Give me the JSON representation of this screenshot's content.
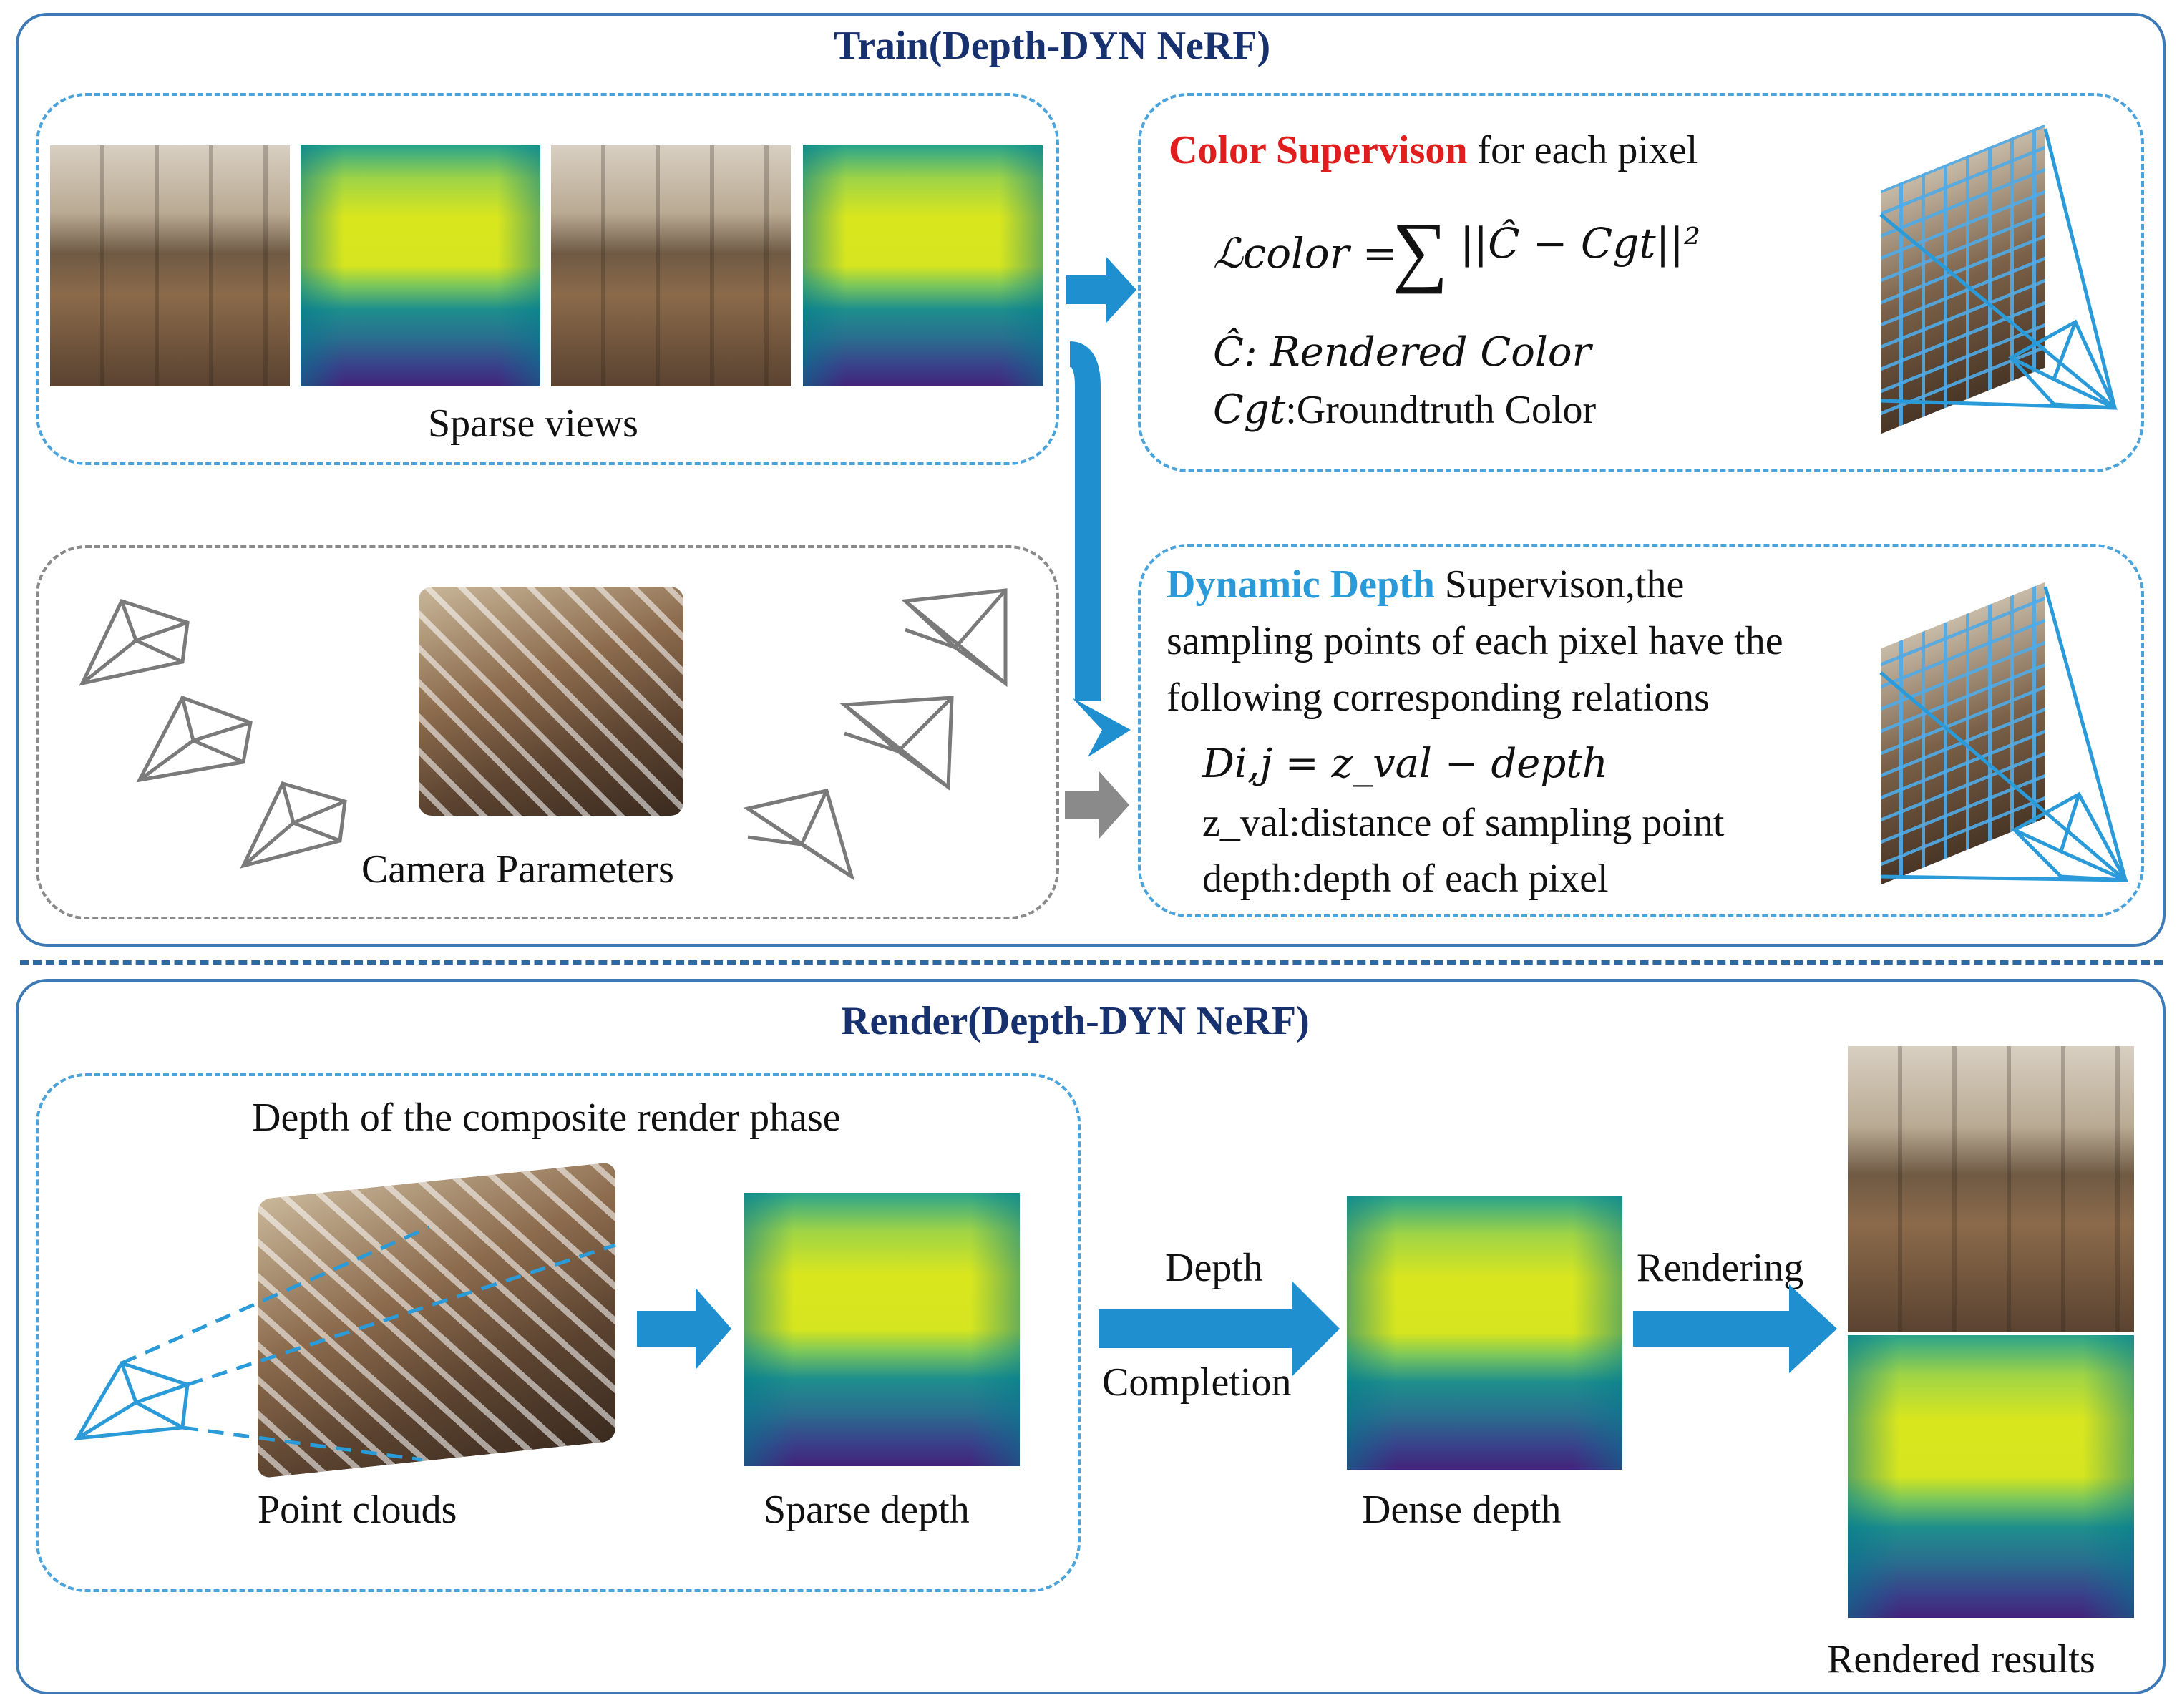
{
  "train": {
    "title": "Train(Depth-DYN NeRF)",
    "sparse_views_label": "Sparse views",
    "camera_params_label": "Camera Parameters",
    "color_supervision": {
      "heading_highlight": "Color Supervison",
      "heading_rest": " for each pixel",
      "loss_lhs": "ℒcolor = ",
      "loss_sum": "∑",
      "loss_rhs": "||Ĉ − Cgt||²",
      "chat_def": "Ĉ: Rendered Color",
      "cgt_def_symbol": "Cgt",
      "cgt_def_text": ":Groundtruth Color"
    },
    "depth_supervision": {
      "heading_highlight": "Dynamic Depth",
      "heading_rest": " Supervison,the",
      "line2": "sampling points of each pixel have the",
      "line3": "following corresponding relations",
      "formula": "Di,j = z_val − depth",
      "zval_def": "z_val:distance of sampling point",
      "depth_def": "depth:depth of each pixel"
    }
  },
  "render": {
    "title": "Render(Depth-DYN NeRF)",
    "composite_label": "Depth of the composite render phase",
    "point_clouds_label": "Point clouds",
    "sparse_depth_label": "Sparse depth",
    "depth_completion_line1": "Depth",
    "depth_completion_line2": "Completion",
    "dense_depth_label": "Dense depth",
    "rendering_label": "Rendering",
    "rendered_results_label": "Rendered results"
  },
  "colors": {
    "panel_border": "#3d7ab5",
    "dashed_blue": "#4aa3db",
    "dashed_gray": "#8a8a8a",
    "arrow_blue": "#1f8fd0",
    "arrow_gray": "#8a8a8a",
    "title": "#17306e",
    "red": "#e01e1e",
    "light_blue": "#2a9bd8"
  }
}
